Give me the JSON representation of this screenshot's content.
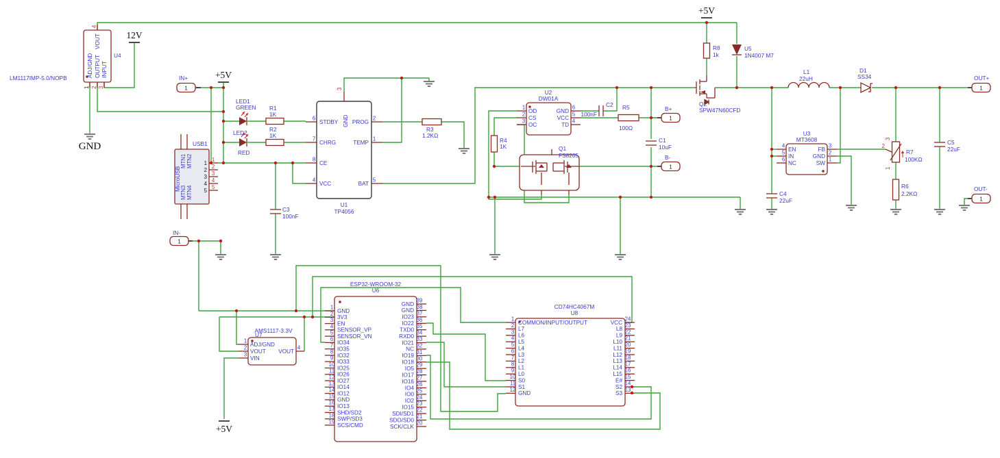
{
  "power": {
    "v12": "12V",
    "v5": "+5V",
    "gnd": "GND"
  },
  "connectors": {
    "in_plus": {
      "label": "IN+",
      "pin": "1"
    },
    "in_minus": {
      "label": "IN-",
      "pin": "1"
    },
    "b_plus": {
      "label": "B+",
      "pin": "1"
    },
    "b_minus": {
      "label": "B-",
      "pin": "1"
    },
    "out_plus": {
      "label": "OUT+",
      "pin": "1"
    },
    "out_minus": {
      "label": "OUT-",
      "pin": "1"
    }
  },
  "parts": {
    "u4": {
      "ref": "U4",
      "value": "LM1117IMP-5.0/NOPB",
      "pin_names": [
        "ADJ/GND",
        "OUTPUT",
        "INPUT",
        "VOUT"
      ],
      "pin_nums": [
        "1",
        "2",
        "3",
        "4"
      ]
    },
    "usb1": {
      "ref": "USB1",
      "value": "MicroUSB",
      "mtn": [
        "MTN1",
        "MTN2",
        "MTN3",
        "MTN4"
      ],
      "pin_nums": [
        "1",
        "2",
        "3",
        "4",
        "5"
      ]
    },
    "led1": {
      "ref": "LED1",
      "value": "GREEN"
    },
    "led2": {
      "ref": "LED2",
      "value": "RED"
    },
    "r1": {
      "ref": "R1",
      "value": "1K"
    },
    "r2": {
      "ref": "R2",
      "value": "1K"
    },
    "r3": {
      "ref": "R3",
      "value": "1.2KΩ"
    },
    "r4": {
      "ref": "R4",
      "value": "1K"
    },
    "r5": {
      "ref": "R5",
      "value": "100Ω"
    },
    "r6": {
      "ref": "R6",
      "value": "2.2KΩ"
    },
    "r7": {
      "ref": "R7",
      "value": "100KΩ",
      "pot_pins": [
        "1",
        "2",
        "3"
      ]
    },
    "r8": {
      "ref": "R8",
      "value": "1k"
    },
    "c1": {
      "ref": "C1",
      "value": "10uF"
    },
    "c2": {
      "ref": "C2",
      "value": "100nF"
    },
    "c3": {
      "ref": "C3",
      "value": "100nF"
    },
    "c4": {
      "ref": "C4",
      "value": "22uF"
    },
    "c5": {
      "ref": "C5",
      "value": "22uF"
    },
    "l1": {
      "ref": "L1",
      "value": "22uH"
    },
    "d1": {
      "ref": "D1",
      "value": "SS34"
    },
    "u5": {
      "ref": "U5",
      "value": "1N4007 M7"
    },
    "q1": {
      "ref": "Q1",
      "value": "FS8205"
    },
    "q2": {
      "ref": "Q2",
      "value": "SPW47N60CFD"
    },
    "u1": {
      "ref": "U1",
      "value": "TP4056",
      "top": {
        "n": "3",
        "name": "GND"
      },
      "left": [
        {
          "n": "6",
          "name": "STDBY"
        },
        {
          "n": "7",
          "name": "CHRG"
        },
        {
          "n": "8",
          "name": "CE"
        },
        {
          "n": "4",
          "name": "VCC"
        }
      ],
      "right": [
        {
          "n": "2",
          "name": "PROG"
        },
        {
          "n": "1",
          "name": "TEMP"
        },
        {
          "n": "5",
          "name": "BAT"
        }
      ]
    },
    "u2": {
      "ref": "U2",
      "value": "DW01A",
      "left": [
        {
          "n": "1",
          "name": "OD"
        },
        {
          "n": "2",
          "name": "CS"
        },
        {
          "n": "3",
          "name": "OC"
        }
      ],
      "right": [
        {
          "n": "6",
          "name": "GND"
        },
        {
          "n": "5",
          "name": "VCC"
        },
        {
          "n": "4",
          "name": "TD"
        }
      ]
    },
    "u3": {
      "ref": "U3",
      "value": "MT3608",
      "left": [
        {
          "n": "4",
          "name": "EN"
        },
        {
          "n": "5",
          "name": "IN"
        },
        {
          "n": "6",
          "name": "NC"
        }
      ],
      "right": [
        {
          "n": "3",
          "name": "FB"
        },
        {
          "n": "2",
          "name": "GND"
        },
        {
          "n": "1",
          "name": "SW"
        }
      ]
    },
    "u7": {
      "ref": "U7",
      "value": "AMS1117-3.3V",
      "left": [
        {
          "n": "1",
          "name": "ADJ/GND"
        },
        {
          "n": "2",
          "name": "VOUT"
        },
        {
          "n": "3",
          "name": "VIN"
        }
      ],
      "right": [
        {
          "n": "4",
          "name": "VOUT"
        }
      ]
    },
    "u6": {
      "ref": "U6",
      "value": "ESP32-WROOM-32",
      "left": [
        {
          "n": "1",
          "name": "GND"
        },
        {
          "n": "2",
          "name": "3V3"
        },
        {
          "n": "3",
          "name": "EN"
        },
        {
          "n": "4",
          "name": "SENSOR_VP"
        },
        {
          "n": "5",
          "name": "SENSOR_VN"
        },
        {
          "n": "6",
          "name": "IO34"
        },
        {
          "n": "7",
          "name": "IO35"
        },
        {
          "n": "8",
          "name": "IO32"
        },
        {
          "n": "9",
          "name": "IO33"
        },
        {
          "n": "10",
          "name": "IO25"
        },
        {
          "n": "11",
          "name": "IO26"
        },
        {
          "n": "12",
          "name": "IO27"
        },
        {
          "n": "13",
          "name": "IO14"
        },
        {
          "n": "14",
          "name": "IO12"
        },
        {
          "n": "15",
          "name": "GND"
        },
        {
          "n": "16",
          "name": "IO13"
        },
        {
          "n": "17",
          "name": "SHD/SD2"
        },
        {
          "n": "18",
          "name": "SWP/SD3"
        },
        {
          "n": "19",
          "name": "SCS/CMD"
        }
      ],
      "right": [
        {
          "n": "39",
          "name": "GND"
        },
        {
          "n": "38",
          "name": "GND"
        },
        {
          "n": "37",
          "name": "IO23"
        },
        {
          "n": "36",
          "name": "IO22"
        },
        {
          "n": "35",
          "name": "TXD0"
        },
        {
          "n": "34",
          "name": "RXD0"
        },
        {
          "n": "33",
          "name": "IO21"
        },
        {
          "n": "32",
          "name": "NC"
        },
        {
          "n": "31",
          "name": "IO19"
        },
        {
          "n": "30",
          "name": "IO18"
        },
        {
          "n": "29",
          "name": "IO5"
        },
        {
          "n": "28",
          "name": "IO17"
        },
        {
          "n": "27",
          "name": "IO16"
        },
        {
          "n": "26",
          "name": "IO4"
        },
        {
          "n": "25",
          "name": "IO0"
        },
        {
          "n": "24",
          "name": "IO2"
        },
        {
          "n": "23",
          "name": "IO15"
        },
        {
          "n": "22",
          "name": "SDI/SD1"
        },
        {
          "n": "21",
          "name": "SDO/SD0"
        },
        {
          "n": "20",
          "name": "SCK/CLK"
        }
      ]
    },
    "u8": {
      "ref": "U8",
      "value": "CD74HC4067M",
      "left": [
        {
          "n": "1",
          "name": "COMMON/INPUT/OUTPUT"
        },
        {
          "n": "2",
          "name": "L7"
        },
        {
          "n": "3",
          "name": "L6"
        },
        {
          "n": "4",
          "name": "L5"
        },
        {
          "n": "5",
          "name": "L4"
        },
        {
          "n": "6",
          "name": "L3"
        },
        {
          "n": "7",
          "name": "L2"
        },
        {
          "n": "8",
          "name": "L1"
        },
        {
          "n": "9",
          "name": "L0"
        },
        {
          "n": "10",
          "name": "S0"
        },
        {
          "n": "11",
          "name": "S1"
        },
        {
          "n": "12",
          "name": "GND"
        }
      ],
      "right": [
        {
          "n": "24",
          "name": "VCC"
        },
        {
          "n": "23",
          "name": "L8"
        },
        {
          "n": "22",
          "name": "L9"
        },
        {
          "n": "21",
          "name": "L10"
        },
        {
          "n": "20",
          "name": "L11"
        },
        {
          "n": "19",
          "name": "L12"
        },
        {
          "n": "18",
          "name": "L13"
        },
        {
          "n": "17",
          "name": "L14"
        },
        {
          "n": "16",
          "name": "L15"
        },
        {
          "n": "15",
          "name": "E#"
        },
        {
          "n": "14",
          "name": "S2"
        },
        {
          "n": "13",
          "name": "S3"
        }
      ]
    }
  }
}
